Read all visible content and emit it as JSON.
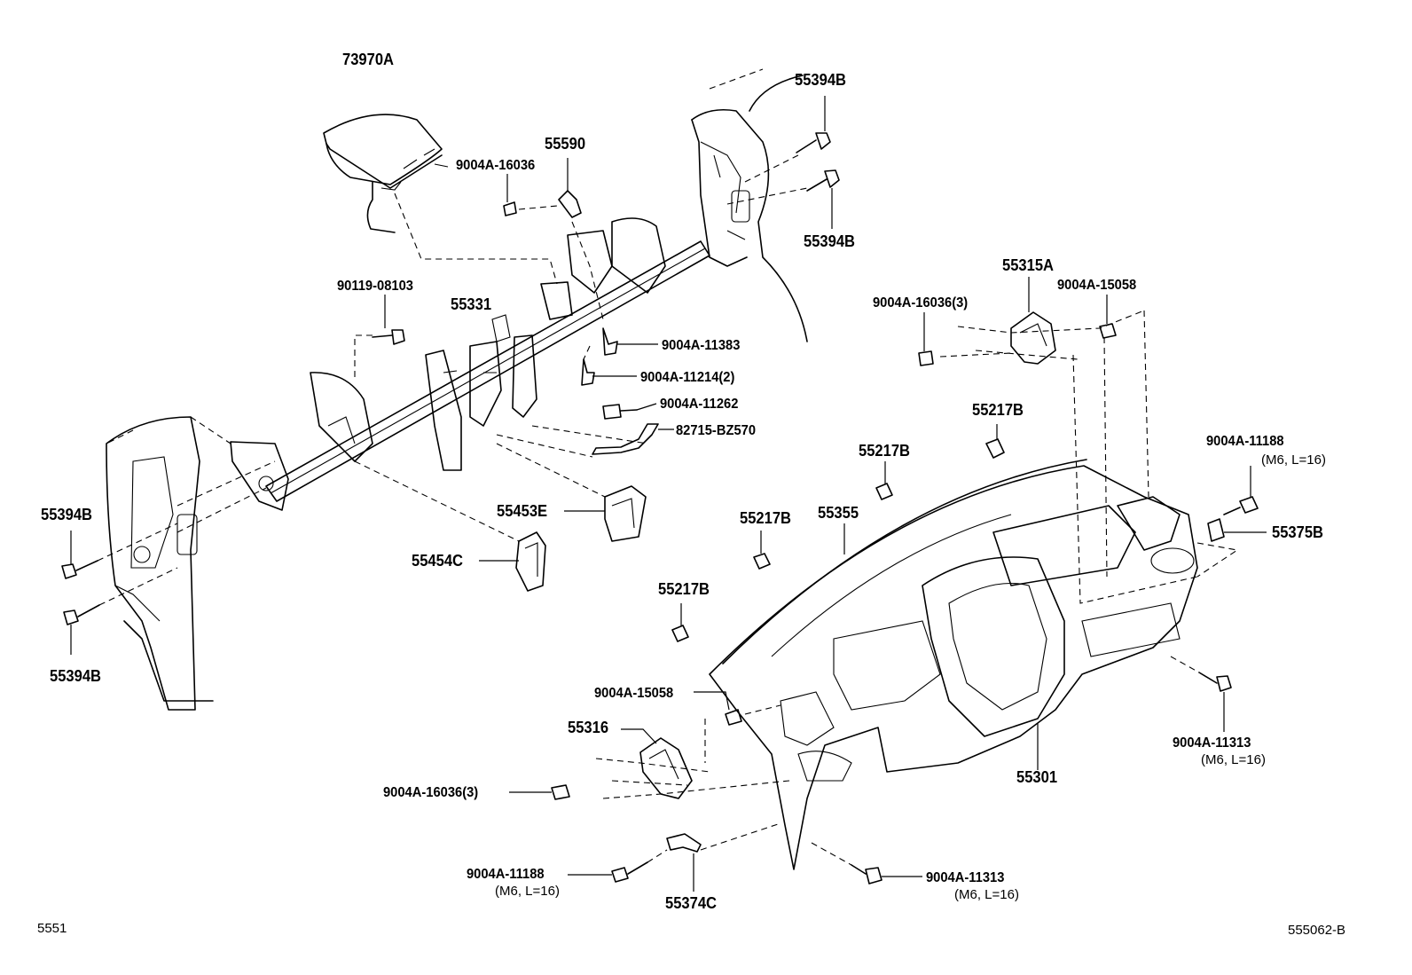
{
  "diagram_id": "555062-B",
  "page_code": "5551",
  "callouts": {
    "c73970A": "73970A",
    "c55394B_tr1": "55394B",
    "c55394B_tr2": "55394B",
    "c55590": "55590",
    "c9004A_16036_top": "9004A-16036",
    "c90119_08103": "90119-08103",
    "c55331": "55331",
    "c9004A_11383": "9004A-11383",
    "c9004A_11214": "9004A-11214(2)",
    "c9004A_11262": "9004A-11262",
    "c82715_BZ570": "82715-BZ570",
    "c55315A": "55315A",
    "c9004A_16036_3_right": "9004A-16036(3)",
    "c9004A_15058_right": "9004A-15058",
    "c55217B_a": "55217B",
    "c55217B_b": "55217B",
    "c55217B_c": "55217B",
    "c55217B_d": "55217B",
    "c9004A_11188_right": "9004A-11188",
    "c9004A_11188_right_sub": "(M6, L=16)",
    "c55375B": "55375B",
    "c55355": "55355",
    "c55453E": "55453E",
    "c55454C": "55454C",
    "c55394B_l1": "55394B",
    "c55394B_l2": "55394B",
    "c9004A_15058_left": "9004A-15058",
    "c55316": "55316",
    "c9004A_16036_3_left": "9004A-16036(3)",
    "c55301": "55301",
    "c9004A_11313_right": "9004A-11313",
    "c9004A_11313_right_sub": "(M6, L=16)",
    "c9004A_11188_bottom": "9004A-11188",
    "c9004A_11188_bottom_sub": "(M6, L=16)",
    "c55374C": "55374C",
    "c9004A_11313_bottom": "9004A-11313",
    "c9004A_11313_bottom_sub": "(M6, L=16)"
  }
}
